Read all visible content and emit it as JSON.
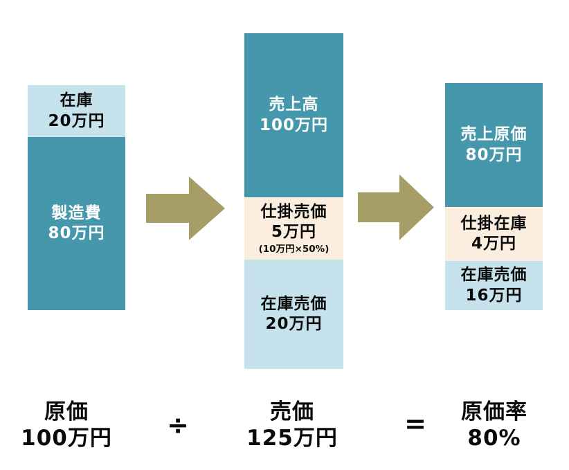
{
  "colors": {
    "teal": "#4597AB",
    "light_blue": "#C6E3ED",
    "cream": "#FBEEDE",
    "arrow": "#A69D67",
    "text_dark": "#0a0a0a",
    "text_light": "#ffffff"
  },
  "icons": {
    "flow_arrow": "arrow-right"
  },
  "columns": [
    {
      "name": "cost",
      "segments": [
        {
          "label": "在庫",
          "value": "20万円"
        },
        {
          "label": "製造費",
          "value": "80万円"
        }
      ]
    },
    {
      "name": "selling-price",
      "segments": [
        {
          "label": "売上高",
          "value": "100万円"
        },
        {
          "label": "仕掛売価",
          "value": "5万円",
          "note": "(10万円×50%)"
        },
        {
          "label": "在庫売価",
          "value": "20万円"
        }
      ]
    },
    {
      "name": "cost-of-sales",
      "segments": [
        {
          "label": "売上原価",
          "value": "80万円"
        },
        {
          "label": "仕掛在庫",
          "value": "4万円"
        },
        {
          "label": "在庫売価",
          "value": "16万円"
        }
      ]
    }
  ],
  "formula": {
    "cost": {
      "label": "原価",
      "value": "100万円"
    },
    "divide_sign": "÷",
    "price": {
      "label": "売価",
      "value": "125万円"
    },
    "equals_sign": "=",
    "ratio": {
      "label": "原価率",
      "value": "80%"
    }
  }
}
